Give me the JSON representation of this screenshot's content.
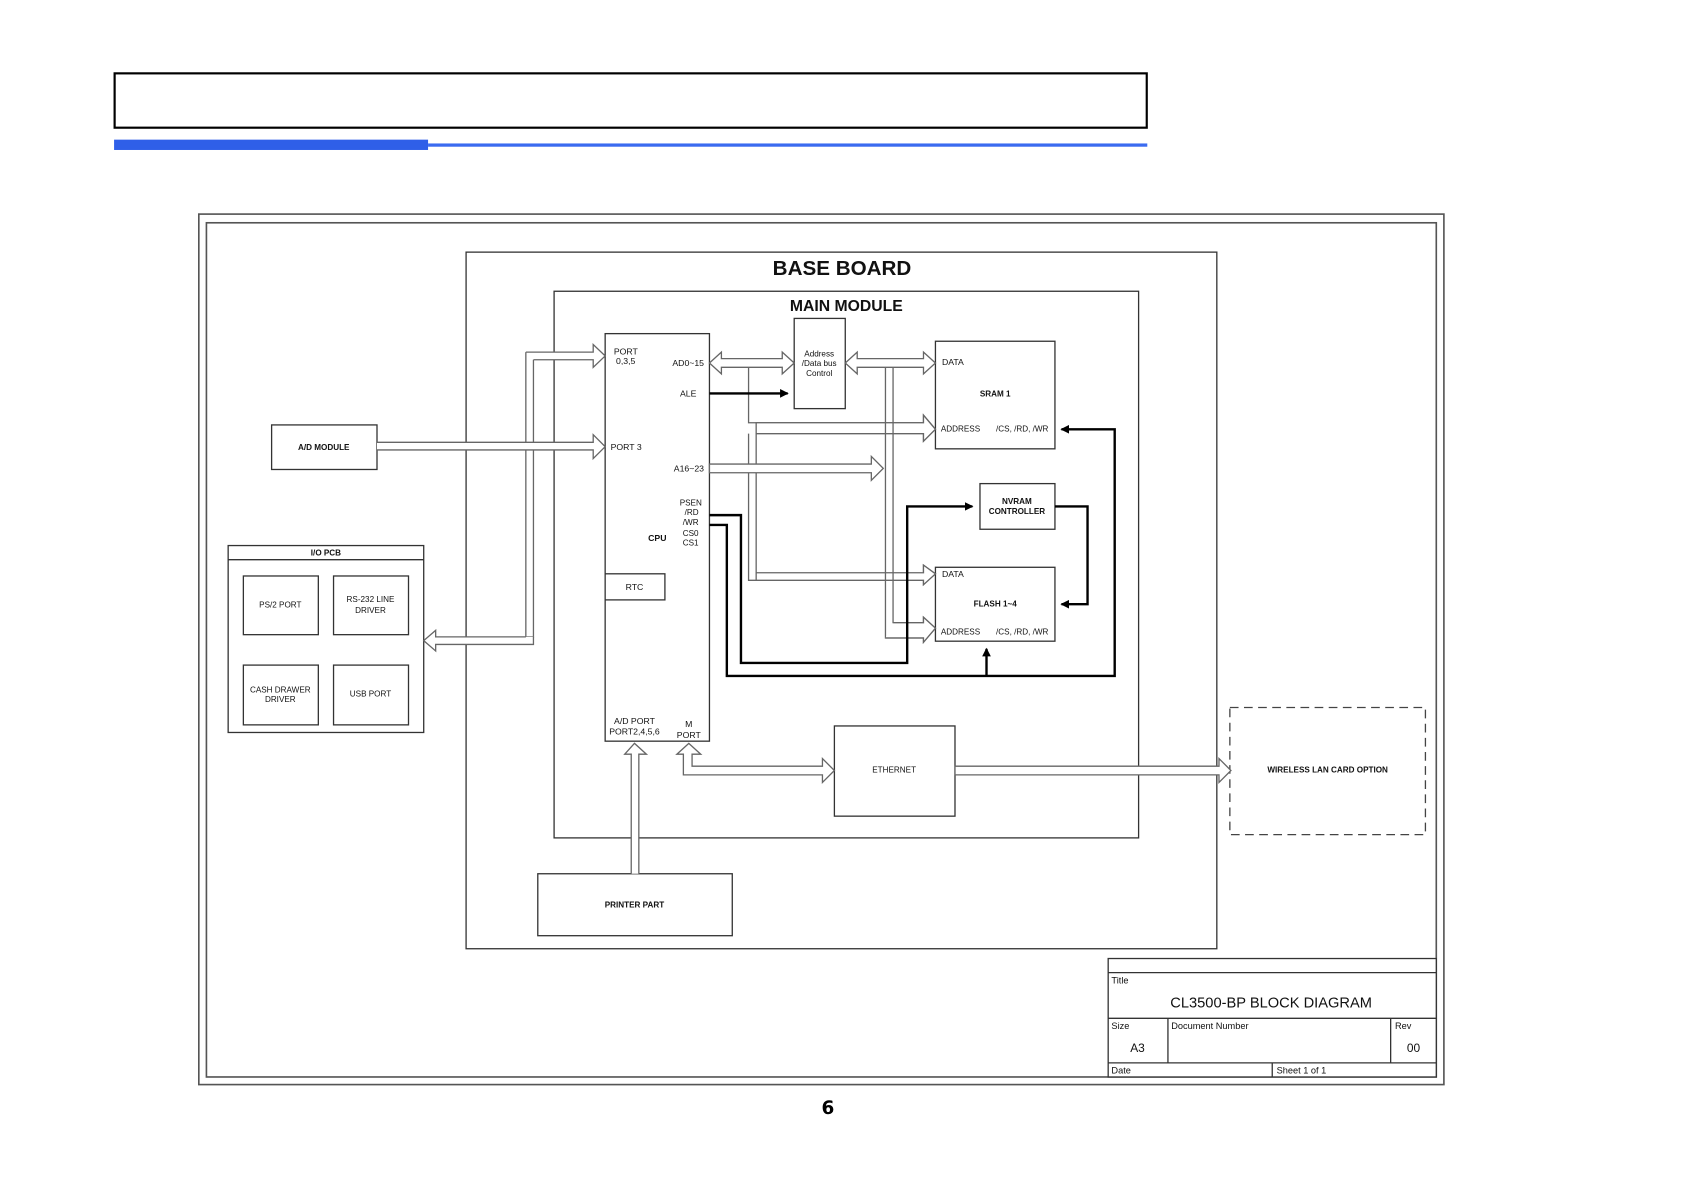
{
  "header": {
    "title_box_text": "",
    "accent_color": "#2f5fe8",
    "accent_color_light": "#3b6bf0"
  },
  "diagram": {
    "base_board": "BASE BOARD",
    "main_module": "MAIN MODULE",
    "cpu": {
      "label": "CPU",
      "pins": {
        "port035_line1": "PORT",
        "port035_line2": "0,3,5",
        "port3": "PORT 3",
        "ad0_15": "AD0~15",
        "ale": "ALE",
        "a16_23": "A16~23",
        "psen": "PSEN",
        "rd": "/RD",
        "wr": "/WR",
        "cs0": "CS0",
        "cs1": "CS1",
        "adport_line1": "A/D PORT",
        "adport_line2": "PORT2,4,5,6",
        "mport_line1": "M",
        "mport_line2": "PORT"
      }
    },
    "rtc": "RTC",
    "addr_data_ctrl": {
      "line1": "Address",
      "line2": "/Data bus",
      "line3": "Control"
    },
    "sram": {
      "name": "SRAM 1",
      "data": "DATA",
      "address": "ADDRESS",
      "ctrl": "/CS, /RD, /WR"
    },
    "nvram": {
      "line1": "NVRAM",
      "line2": "CONTROLLER"
    },
    "flash": {
      "name": "FLASH 1~4",
      "data": "DATA",
      "address": "ADDRESS",
      "ctrl": "/CS, /RD, /WR"
    },
    "ethernet": "ETHERNET",
    "ad_module": "A/D MODULE",
    "io_pcb": {
      "title": "I/O PCB",
      "ps2": "PS/2 PORT",
      "rs232_line1": "RS-232 LINE",
      "rs232_line2": "DRIVER",
      "cash_line1": "CASH DRAWER",
      "cash_line2": "DRIVER",
      "usb": "USB PORT"
    },
    "printer": "PRINTER PART",
    "wireless": "WIRELESS LAN CARD OPTION"
  },
  "title_block": {
    "title_label": "Title",
    "title_value": "CL3500-BP BLOCK DIAGRAM",
    "size_label": "Size",
    "size_value": "A3",
    "docnum_label": "Document Number",
    "docnum_value": "",
    "rev_label": "Rev",
    "rev_value": "00",
    "date_label": "Date",
    "sheet_label": "Sheet 1 of 1"
  },
  "page_number": "6"
}
